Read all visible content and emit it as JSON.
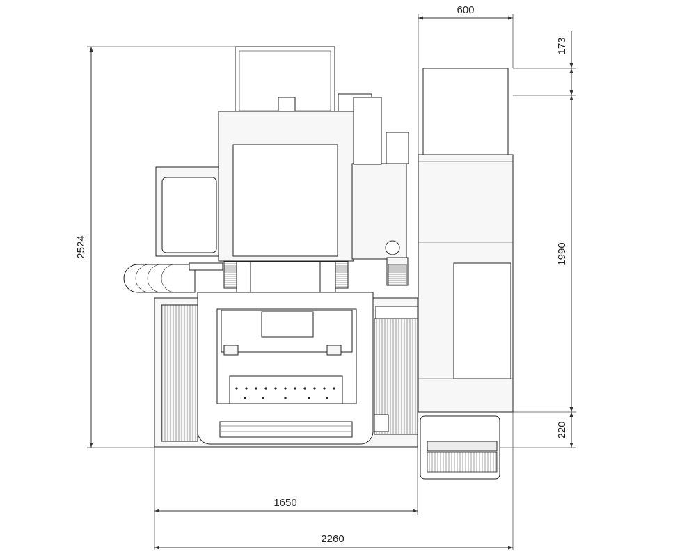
{
  "dimensions": {
    "top_width": "600",
    "top_right_1": "173",
    "overall_height": "2524",
    "right_middle": "1990",
    "right_bottom": "220",
    "base_width": "1650",
    "overall_width": "2260"
  }
}
